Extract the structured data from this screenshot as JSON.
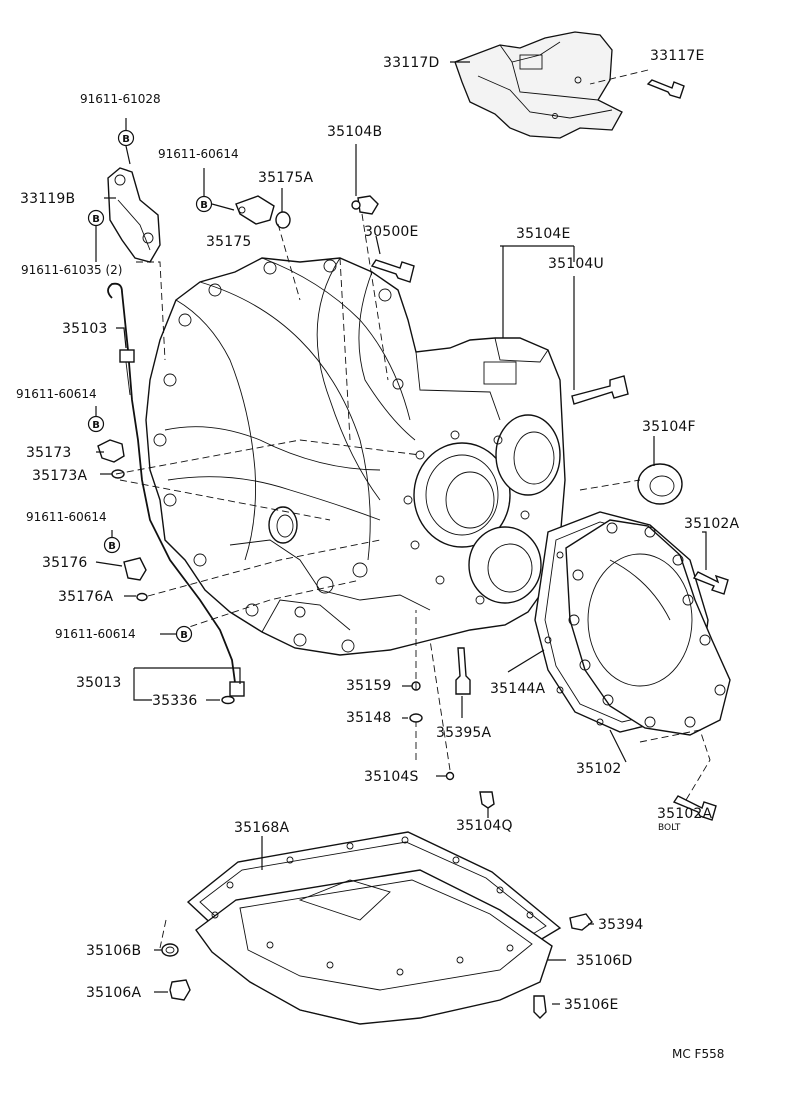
{
  "diagram_code": "MC F558",
  "bolt_symbol_letter": "B",
  "parts": {
    "p33117D": "33117D",
    "p33117E": "33117E",
    "p91611_61028": "91611-61028",
    "p35104B": "35104B",
    "p91611_60614_a": "91611-60614",
    "p35175A": "35175A",
    "p33119B": "33119B",
    "p35175": "35175",
    "p30500E": "30500E",
    "p35104E": "35104E",
    "p91611_61035": "91611-61035 (2)",
    "p35104U": "35104U",
    "p35103": "35103",
    "p91611_60614_b": "91611-60614",
    "p35104F": "35104F",
    "p35173": "35173",
    "p35173A": "35173A",
    "p91611_60614_c": "91611-60614",
    "p35102A_top": "35102A",
    "p35176": "35176",
    "p35176A": "35176A",
    "p91611_60614_d": "91611-60614",
    "p35013": "35013",
    "p35159": "35159",
    "p35144A": "35144A",
    "p35336": "35336",
    "p35148": "35148",
    "p35395A": "35395A",
    "p35104S": "35104S",
    "p35102": "35102",
    "p35104Q": "35104Q",
    "p35102A_bottom": "35102A",
    "p35102A_bottom_note": "BOLT",
    "p35168A": "35168A",
    "p35394": "35394",
    "p35106B": "35106B",
    "p35106D": "35106D",
    "p35106A": "35106A",
    "p35106E": "35106E"
  }
}
